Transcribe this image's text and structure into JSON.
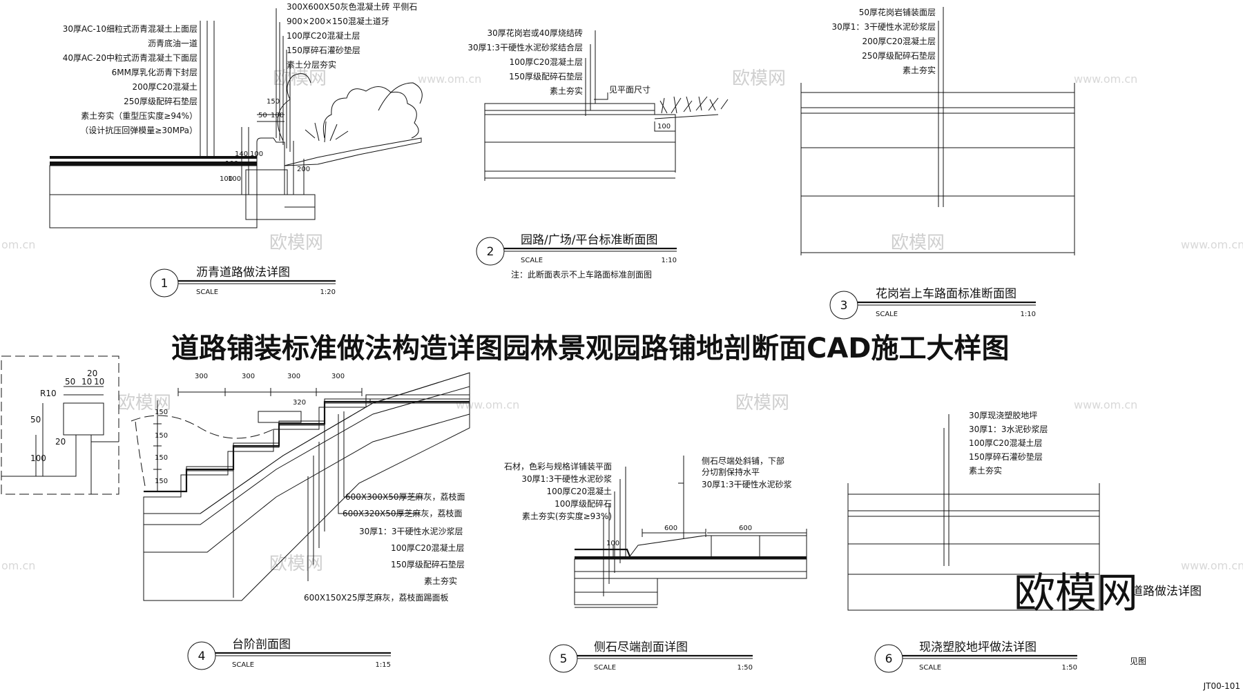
{
  "main_title": "道路铺装标准做法构造详图园林景观园路铺地剖断面CAD施工大样图",
  "drawing_no": "JT00-101",
  "watermark": "欧模网",
  "watermark_url": "www.om.cn",
  "watermark_url_short": "om.cn",
  "logo_text": "欧模网",
  "logo_subtitle": "道路做法详图",
  "see_note": "见图",
  "scale_word": "SCALE",
  "details": [
    {
      "number": "1",
      "title": "沥青道路做法详图",
      "scale": "1:20",
      "left_layers": [
        "30厚AC-10细粒式沥青混凝土上面层",
        "沥青底油一道",
        "40厚AC-20中粒式沥青混凝土下面层",
        "6MM厚乳化沥青下封层",
        "200厚C20混凝土",
        "250厚级配碎石垫层",
        "素土夯实（重型压实度≥94%）",
        "（设计抗压回弹模量≥30MPa）"
      ],
      "right_layers": [
        "300X600X50灰色混凝土砖  平侧石",
        "900×200×150混凝土道牙",
        "100厚C20混凝土层",
        "150厚碎石灌砂垫层",
        "素土分层夯实"
      ],
      "dims": [
        "150",
        "50",
        "100",
        "140",
        "100",
        "100",
        "200",
        "100",
        "100"
      ]
    },
    {
      "number": "2",
      "title": "园路/广场/平台标准断面图",
      "scale": "1:10",
      "note": "注：此断面表示不上车路面标准剖面图",
      "layers": [
        "30厚花岗岩或40厚烧结砖",
        "30厚1:3干硬性水泥砂浆结合层",
        "100厚C20混凝土层",
        "150厚级配碎石垫层",
        "素土夯实"
      ],
      "side_label": "见平面尺寸",
      "dim": "100"
    },
    {
      "number": "3",
      "title": "花岗岩上车路面标准断面图",
      "scale": "1:10",
      "layers": [
        "50厚花岗岩铺装面层",
        "30厚1：3干硬性水泥砂浆层",
        "200厚C20混凝土层",
        "250厚级配碎石垫层",
        "素土夯实"
      ]
    },
    {
      "number": "4",
      "title": "台阶剖面图",
      "scale": "1:15",
      "layers": [
        "600X300X50厚芝麻灰，荔枝面",
        "600X320X50厚芝麻灰，荔枝面",
        "30厚1：3干硬性水泥沙浆层",
        "100厚C20混凝土层",
        "150厚级配碎石垫层",
        "素土夯实"
      ],
      "riser_label": "600X150X25厚芝麻灰，荔枝面踢面板",
      "dims_top": [
        "300",
        "300",
        "300",
        "300"
      ],
      "dim_320": "320",
      "dims_side": [
        "150",
        "150",
        "150",
        "150"
      ],
      "inset_dims": [
        "20",
        "50",
        "10",
        "10",
        "R10",
        "50",
        "20",
        "100"
      ]
    },
    {
      "number": "5",
      "title": "侧石尽端剖面详图",
      "scale": "1:50",
      "left_layers": [
        "石材，色彩与规格详铺装平面",
        "30厚1:3干硬性水泥砂浆",
        "100厚C20混凝土",
        "100厚级配碎石",
        "素土夯实(夯实度≥93%)"
      ],
      "right_layers": [
        "侧石尽端处斜铺，下部",
        "分切割保持水平",
        "30厚1:3干硬性水泥砂浆"
      ],
      "dims": [
        "600",
        "600",
        "100"
      ]
    },
    {
      "number": "6",
      "title": "现浇塑胶地坪做法详图",
      "scale": "1:50",
      "layers": [
        "30厚现浇塑胶地坪",
        "30厚1：3水泥砂浆层",
        "100厚C20混凝土层",
        "150厚碎石灌砂垫层",
        "素土夯实"
      ]
    }
  ]
}
